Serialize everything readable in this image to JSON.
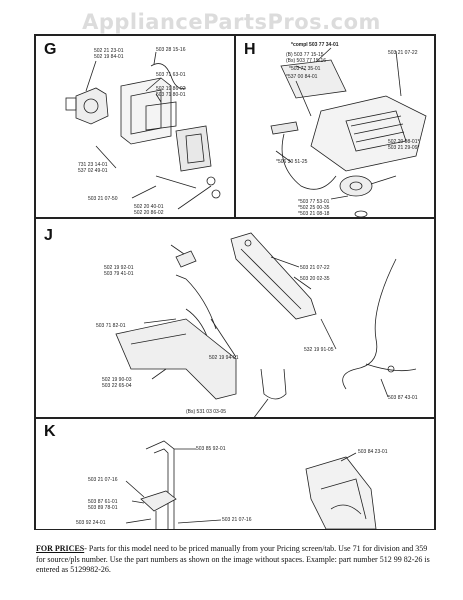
{
  "watermark": "AppliancePartsPros.com",
  "panels": {
    "g": {
      "label": "G",
      "parts": [
        "502 21 23-01",
        "502 19 84-01",
        "503 28 15-16",
        "503 71 63-01",
        "502 19 86-02",
        "503 71 80-01",
        "731 23 14-01",
        "537 02 49-01",
        "503 21 07-50",
        "502 20 40-01",
        "502 20 86-02"
      ]
    },
    "h": {
      "label": "H",
      "compl": "*compl 503 77 34-01",
      "parts": [
        "(B) 503 77 15-15",
        "(Bs) 503 77 15-16",
        "*503 77 35-01",
        "*537 00 84-01",
        "503 21 07-22",
        "*506 30 51-25",
        "502 20 08-01*",
        "503 21 29-09*",
        "*503 77 53-01",
        "*502 25 00-35",
        "*503 21 08-18"
      ]
    },
    "j": {
      "label": "J",
      "parts": [
        "502 19 92-01",
        "503 79 41-01",
        "503 21 07-22",
        "503 20 02-35",
        "503 71 82-01",
        "532 19 91-05",
        "502 19 94-01",
        "502 19 90-03",
        "503 22 65-04",
        "(Bs) 531 03 03-05",
        "503 87 43-01"
      ]
    },
    "k": {
      "label": "K",
      "parts": [
        "503 85 92-01",
        "503 84 23-01",
        "503 21 07-16",
        "503 87 61-01",
        "503 89 78-01",
        "503 92 24-01",
        "503 21 07-16"
      ]
    }
  },
  "footer": {
    "lead": "FOR PRICES",
    "body": "- Parts for this model need to be priced manually from your Pricing screen/tab. Use 71 for division and 359 for source/pls number.  Use the part numbers as shown on the image without spaces.  Example: part number 512 99 82-26 is entered as 5129982-26."
  }
}
